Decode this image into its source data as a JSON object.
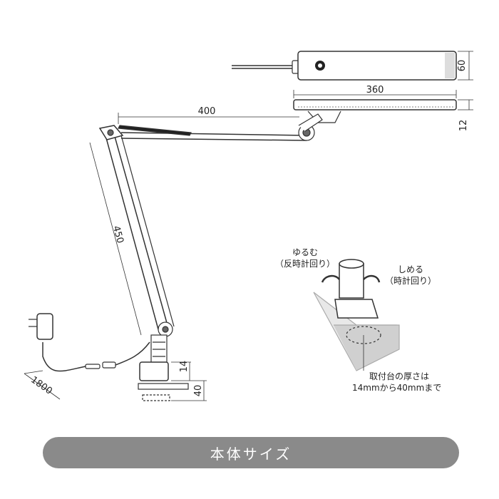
{
  "dimensions": {
    "head_height": "60",
    "head_length": "360",
    "head_thickness": "12",
    "upper_arm": "400",
    "lower_arm": "450",
    "cord_length": "1800",
    "clamp_top": "14",
    "clamp_base": "40"
  },
  "clamp_detail": {
    "loosen_label": "ゆるむ",
    "loosen_sub": "（反時計回り）",
    "tighten_label": "しめる",
    "tighten_sub": "（時計回り）",
    "thickness_note_1": "取付台の厚さは",
    "thickness_note_2": "14mmから40mmまで"
  },
  "banner": {
    "title": "本体サイズ"
  }
}
